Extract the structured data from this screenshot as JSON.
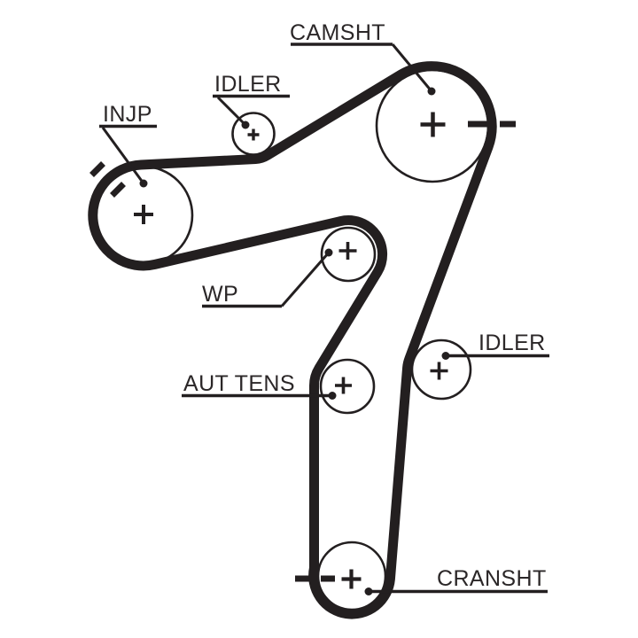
{
  "colors": {
    "ink": "#231f20",
    "background": "#ffffff",
    "text": "#2b2728"
  },
  "labels": {
    "camshaft": "CAMSHT",
    "idler_top": "IDLER",
    "injection_pump": "INJP",
    "water_pump": "WP",
    "auto_tensioner": "AUT TENS",
    "idler_right": "IDLER",
    "crankshaft": "CRANSHT"
  },
  "pulleys": [
    {
      "id": "injection-pump",
      "label": "INJP",
      "center_mark": "+",
      "timing_marks": "two diagonal dashes at upper-left across belt"
    },
    {
      "id": "idler-top",
      "label": "IDLER",
      "center_mark": "+",
      "timing_marks": ""
    },
    {
      "id": "camshaft",
      "label": "CAMSHT",
      "center_mark": "+",
      "timing_marks": "two horizontal dashes at right across belt"
    },
    {
      "id": "water-pump",
      "label": "WP",
      "center_mark": "+",
      "timing_marks": ""
    },
    {
      "id": "auto-tensioner",
      "label": "AUT TENS",
      "center_mark": "+",
      "timing_marks": ""
    },
    {
      "id": "idler-right",
      "label": "IDLER",
      "center_mark": "+",
      "timing_marks": ""
    },
    {
      "id": "crankshaft",
      "label": "CRANSHT",
      "center_mark": "+",
      "timing_marks": "two horizontal dashes at left across belt"
    }
  ],
  "diagram_type": "timing-belt-routing"
}
